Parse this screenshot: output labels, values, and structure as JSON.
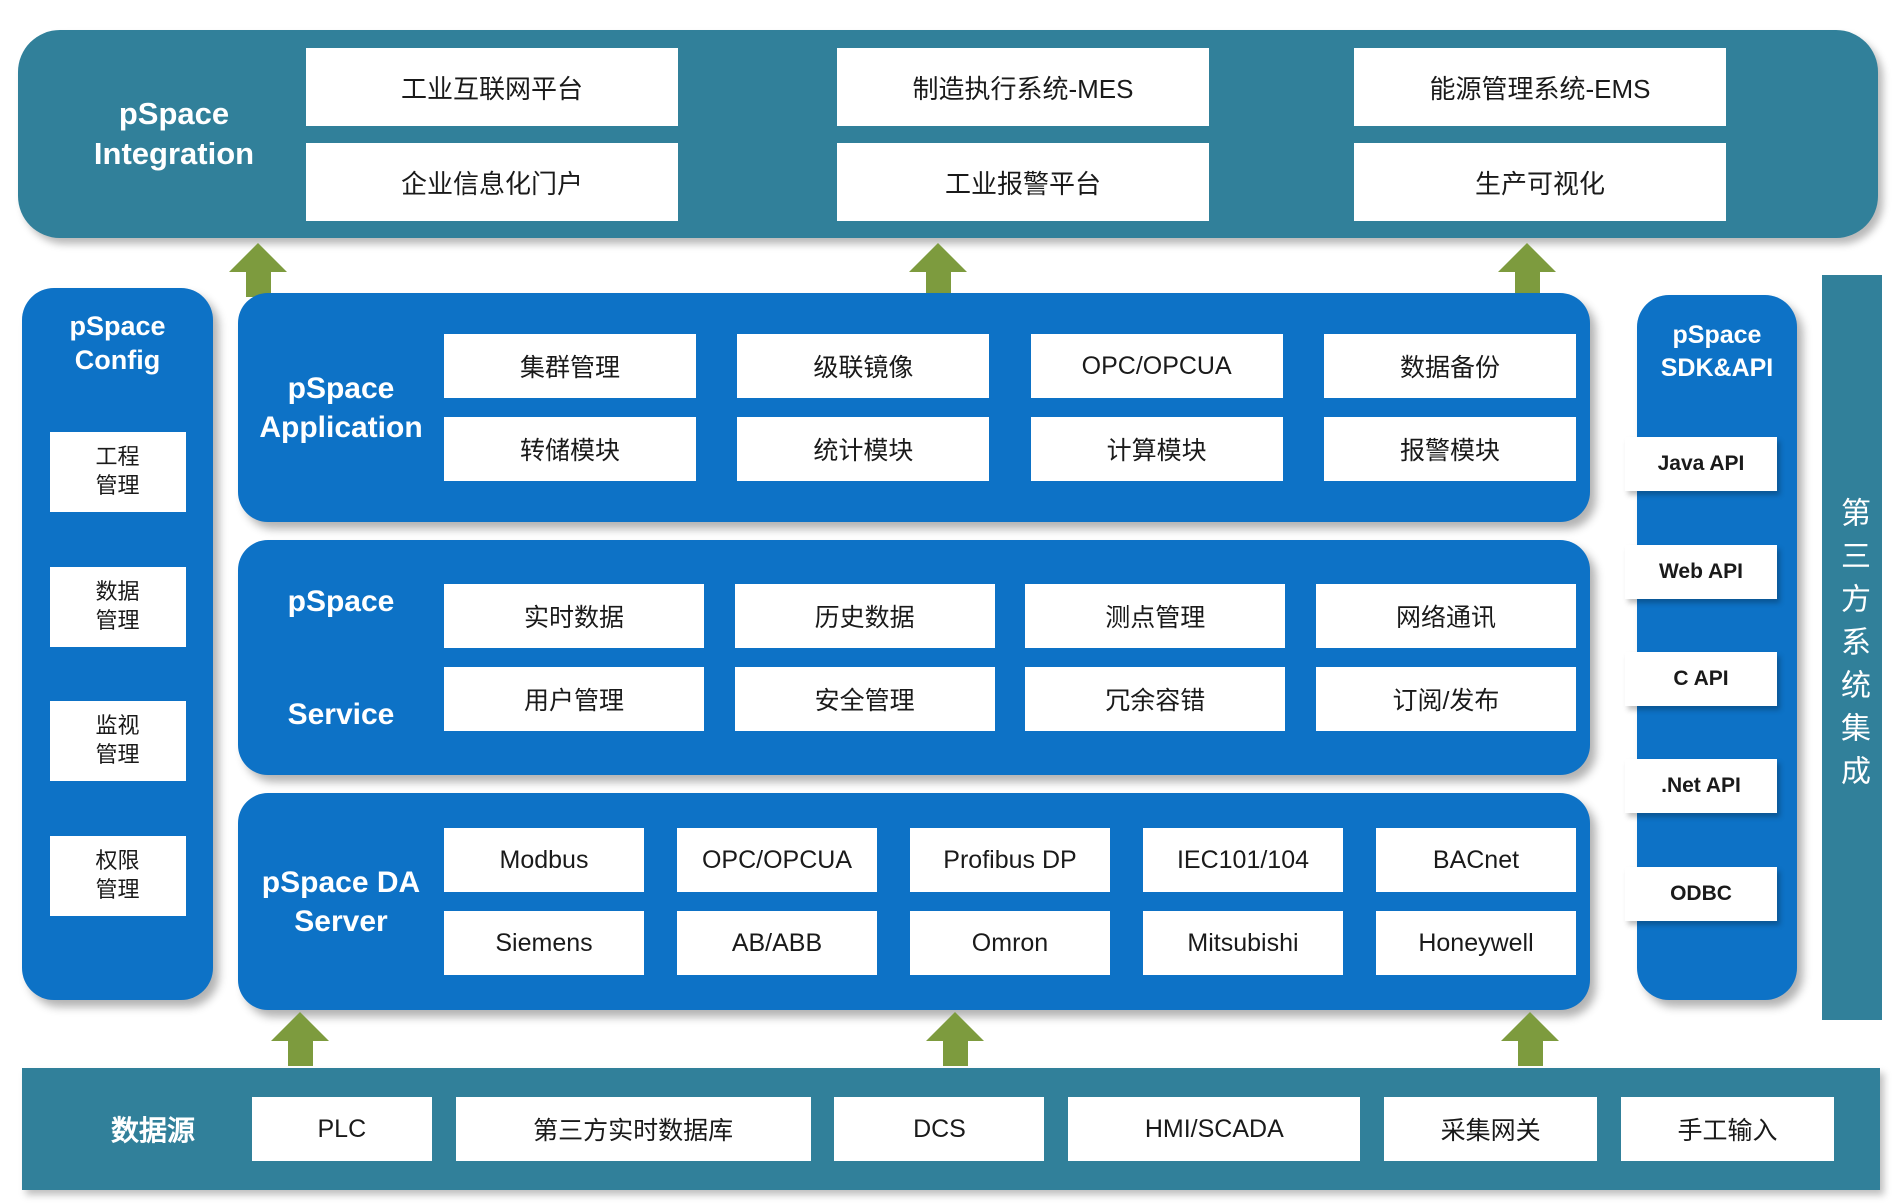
{
  "colors": {
    "teal": "#31809A",
    "blue": "#0D72C6",
    "arrow_green": "#7D9B3E"
  },
  "integration": {
    "title": "pSpace Integration",
    "col1": {
      "top": "工业互联网平台",
      "bottom": "企业信息化门户"
    },
    "col2": {
      "top": "制造执行系统-MES",
      "bottom": "工业报警平台"
    },
    "col3": {
      "top": "能源管理系统-EMS",
      "bottom": "生产可视化"
    }
  },
  "config": {
    "title": "pSpace Config",
    "items": [
      {
        "line1": "工程",
        "line2": "管理"
      },
      {
        "line1": "数据",
        "line2": "管理"
      },
      {
        "line1": "监视",
        "line2": "管理"
      },
      {
        "line1": "权限",
        "line2": "管理"
      }
    ]
  },
  "application": {
    "title": "pSpace Application",
    "row1": [
      "集群管理",
      "级联镜像",
      "OPC/OPCUA",
      "数据备份"
    ],
    "row2": [
      "转储模块",
      "统计模块",
      "计算模块",
      "报警模块"
    ]
  },
  "service": {
    "title_line1": "pSpace",
    "title_line2": "Service",
    "row1": [
      "实时数据",
      "历史数据",
      "测点管理",
      "网络通讯"
    ],
    "row2": [
      "用户管理",
      "安全管理",
      "冗余容错",
      "订阅/发布"
    ]
  },
  "da_server": {
    "title": "pSpace DA Server",
    "row1": [
      "Modbus",
      "OPC/OPCUA",
      "Profibus DP",
      "IEC101/104",
      "BACnet"
    ],
    "row2": [
      "Siemens",
      "AB/ABB",
      "Omron",
      "Mitsubishi",
      "Honeywell"
    ]
  },
  "sdk": {
    "title": "pSpace SDK&API",
    "items": [
      "Java API",
      "Web API",
      "C API",
      ".Net API",
      "ODBC"
    ]
  },
  "third_party_strip": {
    "label": "第三方系统集成"
  },
  "datasource": {
    "title": "数据源",
    "items": [
      "PLC",
      "第三方实时数据库",
      "DCS",
      "HMI/SCADA",
      "采集网关",
      "手工输入"
    ]
  }
}
